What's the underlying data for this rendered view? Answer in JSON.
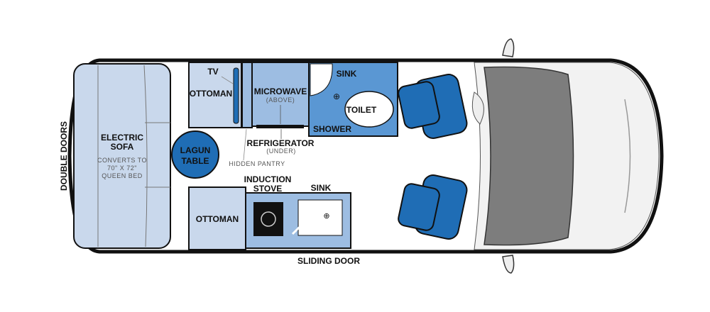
{
  "labels": {
    "double_doors": "DOUBLE DOORS",
    "sofa_title_1": "ELECTRIC",
    "sofa_title_2": "SOFA",
    "sofa_note_1": "CONVERTS TO",
    "sofa_note_2": "70\" X 72\"",
    "sofa_note_3": "QUEEN BED",
    "tv": "TV",
    "ottoman_top": "OTTOMAN",
    "ottoman_bottom": "OTTOMAN",
    "microwave": "MICROWAVE",
    "microwave_note": "(ABOVE)",
    "refrigerator": "REFRIGERATOR",
    "refrigerator_note": "(UNDER)",
    "hidden_pantry": "HIDDEN PANTRY",
    "bath_sink": "SINK",
    "toilet": "TOILET",
    "shower": "SHOWER",
    "table_1": "LAGUN",
    "table_2": "TABLE",
    "induction_1": "INDUCTION",
    "induction_2": "STOVE",
    "kitchen_sink": "SINK",
    "sliding_door": "SLIDING DOOR"
  },
  "colors": {
    "light_blue": "#c9d8ec",
    "mid_blue": "#9dbde2",
    "bath_blue": "#5a97d3",
    "dark_blue": "#1f6db5",
    "cab_gray": "#7d7d7d"
  }
}
